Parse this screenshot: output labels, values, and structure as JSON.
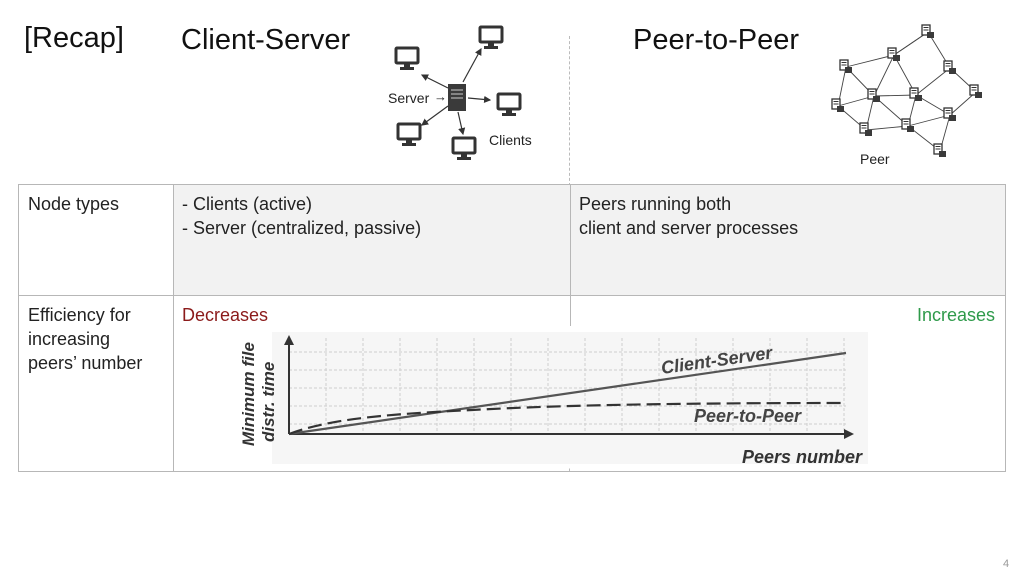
{
  "header": {
    "recap": "[Recap]",
    "client_server_title": "Client-Server",
    "p2p_title": "Peer-to-Peer"
  },
  "diagrams": {
    "server_label": "Server",
    "clients_label": "Clients",
    "peer_label": "Peer"
  },
  "table": {
    "rows": [
      {
        "label": "Node types",
        "client_server": [
          "-  Clients (active)",
          "-  Server (centralized, passive)"
        ],
        "p2p": [
          "Peers running both",
          "client and server processes"
        ]
      },
      {
        "label": [
          "Efficiency for",
          "increasing",
          "peers’ number"
        ],
        "client_server": "Decreases",
        "p2p": "Increases"
      }
    ]
  },
  "chart": {
    "ylabel_line1": "Minimum file",
    "ylabel_line2": "distr. time",
    "xlabel": "Peers number",
    "series": [
      {
        "name": "Client-Server"
      },
      {
        "name": "Peer-to-Peer"
      }
    ]
  },
  "colors": {
    "decreases": "#8b1a1a",
    "increases": "#2e9a4a"
  },
  "page_number": "4"
}
